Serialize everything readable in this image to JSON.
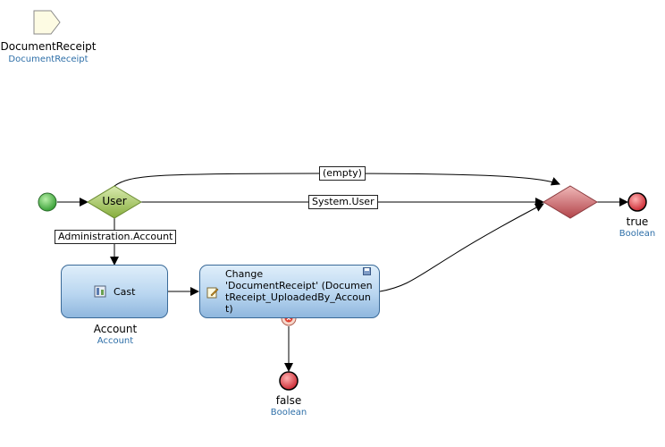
{
  "parameter": {
    "name": "DocumentReceipt",
    "type": "DocumentReceipt"
  },
  "decision": {
    "label": "User"
  },
  "edges": {
    "empty": "(empty)",
    "system_user": "System.User",
    "administration_account": "Administration.Account"
  },
  "cast": {
    "label": "Cast",
    "output_name": "Account",
    "output_type": "Account"
  },
  "change": {
    "line1": "Change",
    "line2": "'DocumentReceipt' (Documen",
    "line3": "tReceipt_UploadedBy_Accoun",
    "line4": "t)"
  },
  "end_true": {
    "value": "true",
    "type": "Boolean"
  },
  "end_false": {
    "value": "false",
    "type": "Boolean"
  },
  "colors": {
    "start": "#45b745",
    "decision": "#9ec25a",
    "merge": "#c0565a",
    "end": "#d8323a",
    "type_text": "#2e6fa8",
    "activity_border": "#3a6a98"
  }
}
